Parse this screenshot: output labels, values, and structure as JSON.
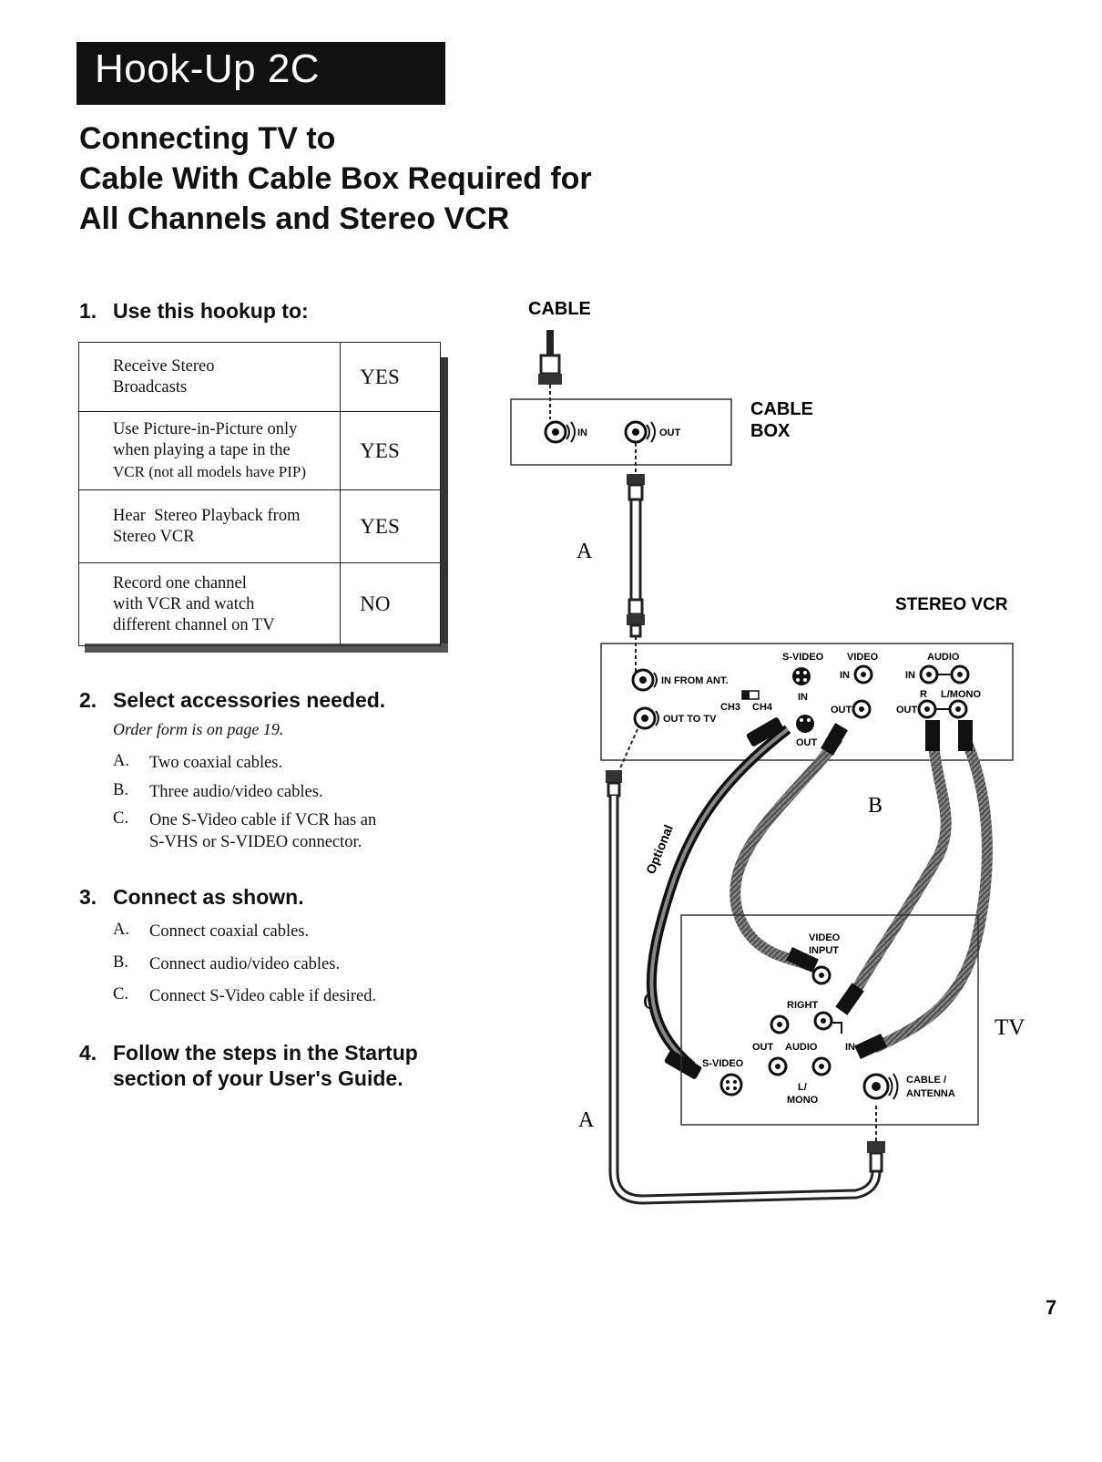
{
  "header": {
    "title": "Hook-Up 2C"
  },
  "page_title": [
    "Connecting TV to",
    "Cable With Cable Box Required for",
    "All Channels and Stereo VCR"
  ],
  "step1": {
    "number": "1.",
    "label": "Use this hookup to:",
    "rows": [
      {
        "lines": [
          "Receive Stereo",
          "Broadcasts"
        ],
        "answer": "YES"
      },
      {
        "lines": [
          "Use Picture-in-Picture only",
          "when playing a tape in the",
          "VCR (not all models have PIP)"
        ],
        "answer": "YES"
      },
      {
        "lines": [
          "Hear  Stereo Playback from",
          "Stereo VCR"
        ],
        "answer": "YES"
      },
      {
        "lines": [
          "Record one channel",
          "with VCR and watch",
          "different channel on TV"
        ],
        "answer": "NO"
      }
    ]
  },
  "step2": {
    "number": "2.",
    "label": "Select accessories needed.",
    "note": "Order form is on page 19.",
    "items": [
      {
        "letter": "A.",
        "text": "Two coaxial cables."
      },
      {
        "letter": "B.",
        "text": "Three audio/video cables."
      },
      {
        "letter": "C.",
        "text": "One S-Video cable if VCR has an",
        "text2": "S-VHS or S-VIDEO connector."
      }
    ]
  },
  "step3": {
    "number": "3.",
    "label": "Connect as shown.",
    "items": [
      {
        "letter": "A.",
        "text": "Connect coaxial cables."
      },
      {
        "letter": "B.",
        "text": "Connect audio/video cables."
      },
      {
        "letter": "C.",
        "text": "Connect S-Video cable if desired."
      }
    ]
  },
  "step4": {
    "number": "4.",
    "label_line1": "Follow the steps in the Startup",
    "label_line2": "section of your User's Guide."
  },
  "diagram": {
    "cable": "CABLE",
    "cable_box": [
      "CABLE",
      "BOX"
    ],
    "box_in": "IN",
    "box_out": "OUT",
    "label_a_top": "A",
    "label_a_bottom": "A",
    "label_b": "B",
    "label_c": "C",
    "optional": "Optional",
    "stereo_vcr": "STEREO VCR",
    "tv": "TV",
    "vcr": {
      "in_from_ant": "IN FROM ANT.",
      "out_to_tv": "OUT TO TV",
      "ch3": "CH3",
      "ch4": "CH4",
      "s_video": "S-VIDEO",
      "s_in": "IN",
      "s_out": "OUT",
      "video": "VIDEO",
      "video_in": "IN",
      "video_out": "OUT",
      "audio": "AUDIO",
      "audio_in": "IN",
      "audio_out": "OUT",
      "r": "R",
      "l_mono": "L/MONO"
    },
    "tv_panel": {
      "video_input": [
        "VIDEO",
        "INPUT"
      ],
      "right": "RIGHT",
      "out": "OUT",
      "audio": "AUDIO",
      "in": "IN",
      "l_mono": [
        "L/",
        "MONO"
      ],
      "s_video": "S-VIDEO",
      "cable_antenna": [
        "CABLE /",
        "ANTENNA"
      ]
    }
  },
  "page_number": "7"
}
